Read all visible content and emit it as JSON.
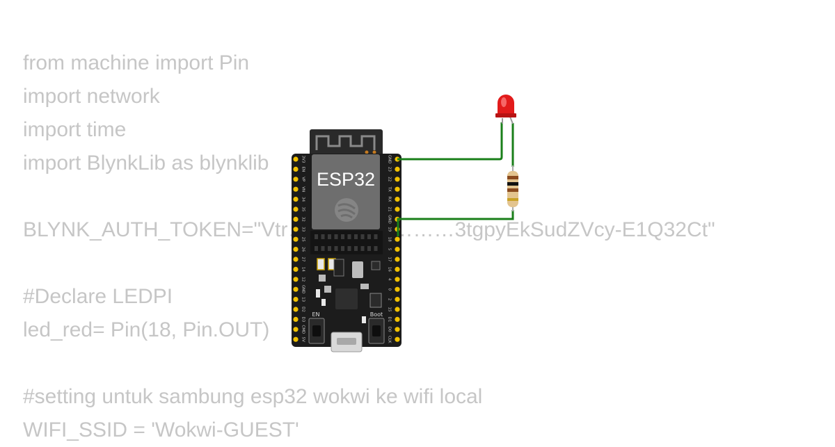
{
  "code_lines": [
    "from machine import Pin",
    "import network",
    "import time",
    "import BlynkLib as blynklib",
    "",
    "BLYNK_AUTH_TOKEN=\"Vtr……………………3tgpyEkSudZVcy-E1Q32Ct\"",
    "",
    "#Declare LEDPI",
    "led_red= Pin(18, Pin.OUT)",
    "",
    "#setting untuk sambung esp32 wokwi ke wifi local",
    "WIFI_SSID = 'Wokwi-GUEST'"
  ],
  "board": {
    "label": "ESP32",
    "button_en": "EN",
    "button_boot": "Boot",
    "left_pins": [
      "3V3",
      "EN",
      "VP",
      "VN",
      "34",
      "35",
      "32",
      "33",
      "25",
      "26",
      "27",
      "14",
      "12",
      "GND",
      "13",
      "D2",
      "D3",
      "CMD",
      "5V"
    ],
    "right_pins": [
      "GND",
      "23",
      "22",
      "TX",
      "RX",
      "21",
      "GND",
      "19",
      "18",
      "5",
      "17",
      "16",
      "4",
      "0",
      "2",
      "15",
      "D1",
      "D0",
      "CLK"
    ]
  },
  "colors": {
    "wire": "#1a7f1a",
    "board": "#1c1c1c",
    "module": "#6e6e6e",
    "pin": "#f2c200",
    "led": "#e21b1b",
    "code_text": "#c6c6c6"
  }
}
